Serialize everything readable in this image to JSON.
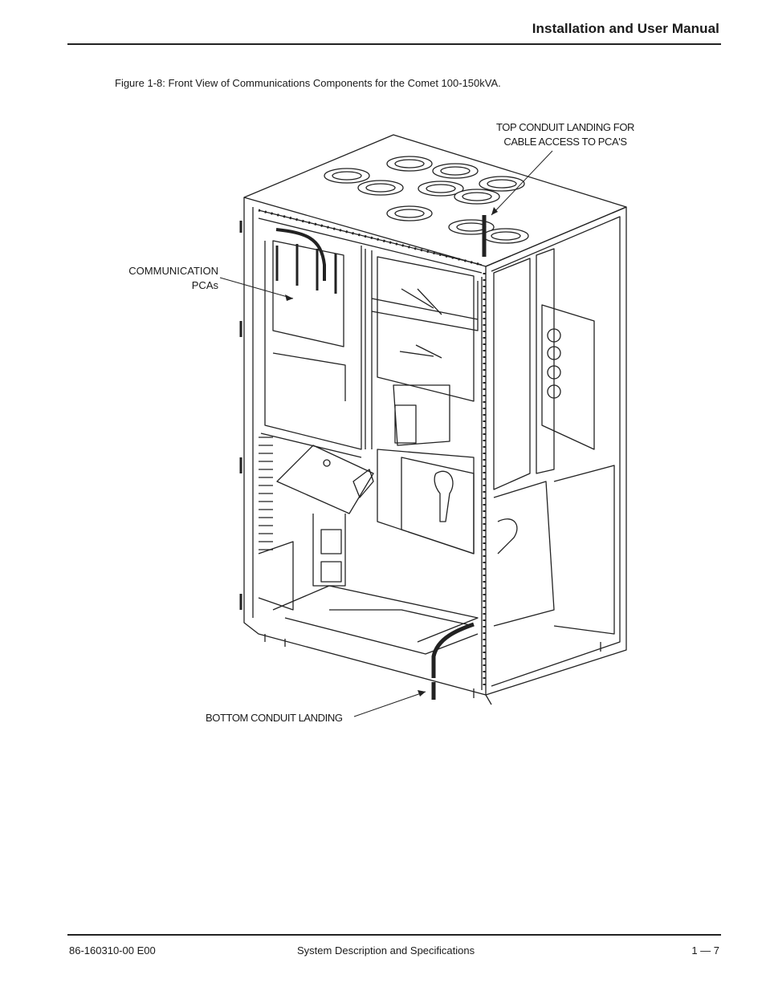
{
  "header": {
    "title": "Installation and User Manual"
  },
  "figure": {
    "caption": "Figure 1-8:  Front View of Communications Components for the Comet 100-150kVA.",
    "callouts": {
      "top_conduit_line1": "TOP CONDUIT LANDING FOR",
      "top_conduit_line2": "CABLE ACCESS TO PCA'S",
      "comm_line1": "COMMUNICATION",
      "comm_line2": "PCAs",
      "bottom_conduit": "BOTTOM CONDUIT LANDING"
    }
  },
  "footer": {
    "doc_number": "86-160310-00 E00",
    "section": "System Description and Specifications",
    "page": "1 — 7"
  }
}
